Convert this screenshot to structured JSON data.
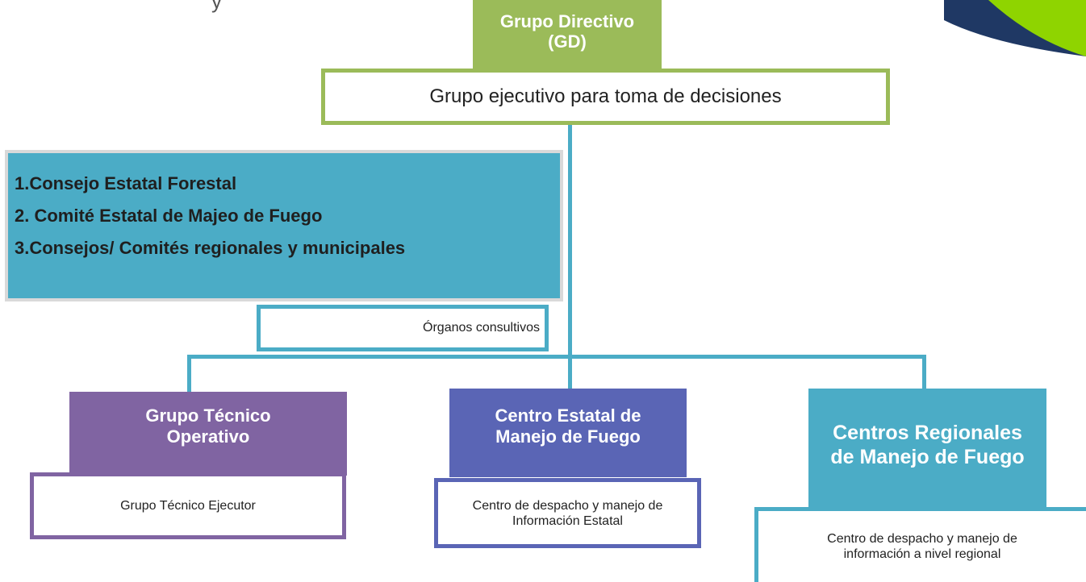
{
  "top_cut_text": "y",
  "gd": {
    "title": "Grupo Directivo (GD)",
    "subtitle": "Grupo ejecutivo para toma de decisiones"
  },
  "advisory": {
    "items": [
      "1.Consejo Estatal Forestal",
      "2. Comité Estatal de Majeo de Fuego",
      "3.Consejos/ Comités regionales y municipales"
    ],
    "caption": "Órganos consultivos"
  },
  "branches": [
    {
      "title": "Grupo Técnico Operativo",
      "subtitle": "Grupo Técnico Ejecutor",
      "color": "#8064a2"
    },
    {
      "title": "Centro Estatal de Manejo de Fuego",
      "subtitle": "Centro de despacho y manejo de Información Estatal",
      "color": "#5a65b5"
    },
    {
      "title": "Centros Regionales de Manejo de Fuego",
      "subtitle": "Centro de despacho y manejo de información a nivel regional",
      "color": "#4bacc6"
    }
  ],
  "colors": {
    "green": "#9bbb59",
    "teal": "#4bacc6",
    "purple": "#8064a2",
    "indigo": "#5a65b5",
    "navy": "#1f3864",
    "lime": "#8fd400"
  }
}
